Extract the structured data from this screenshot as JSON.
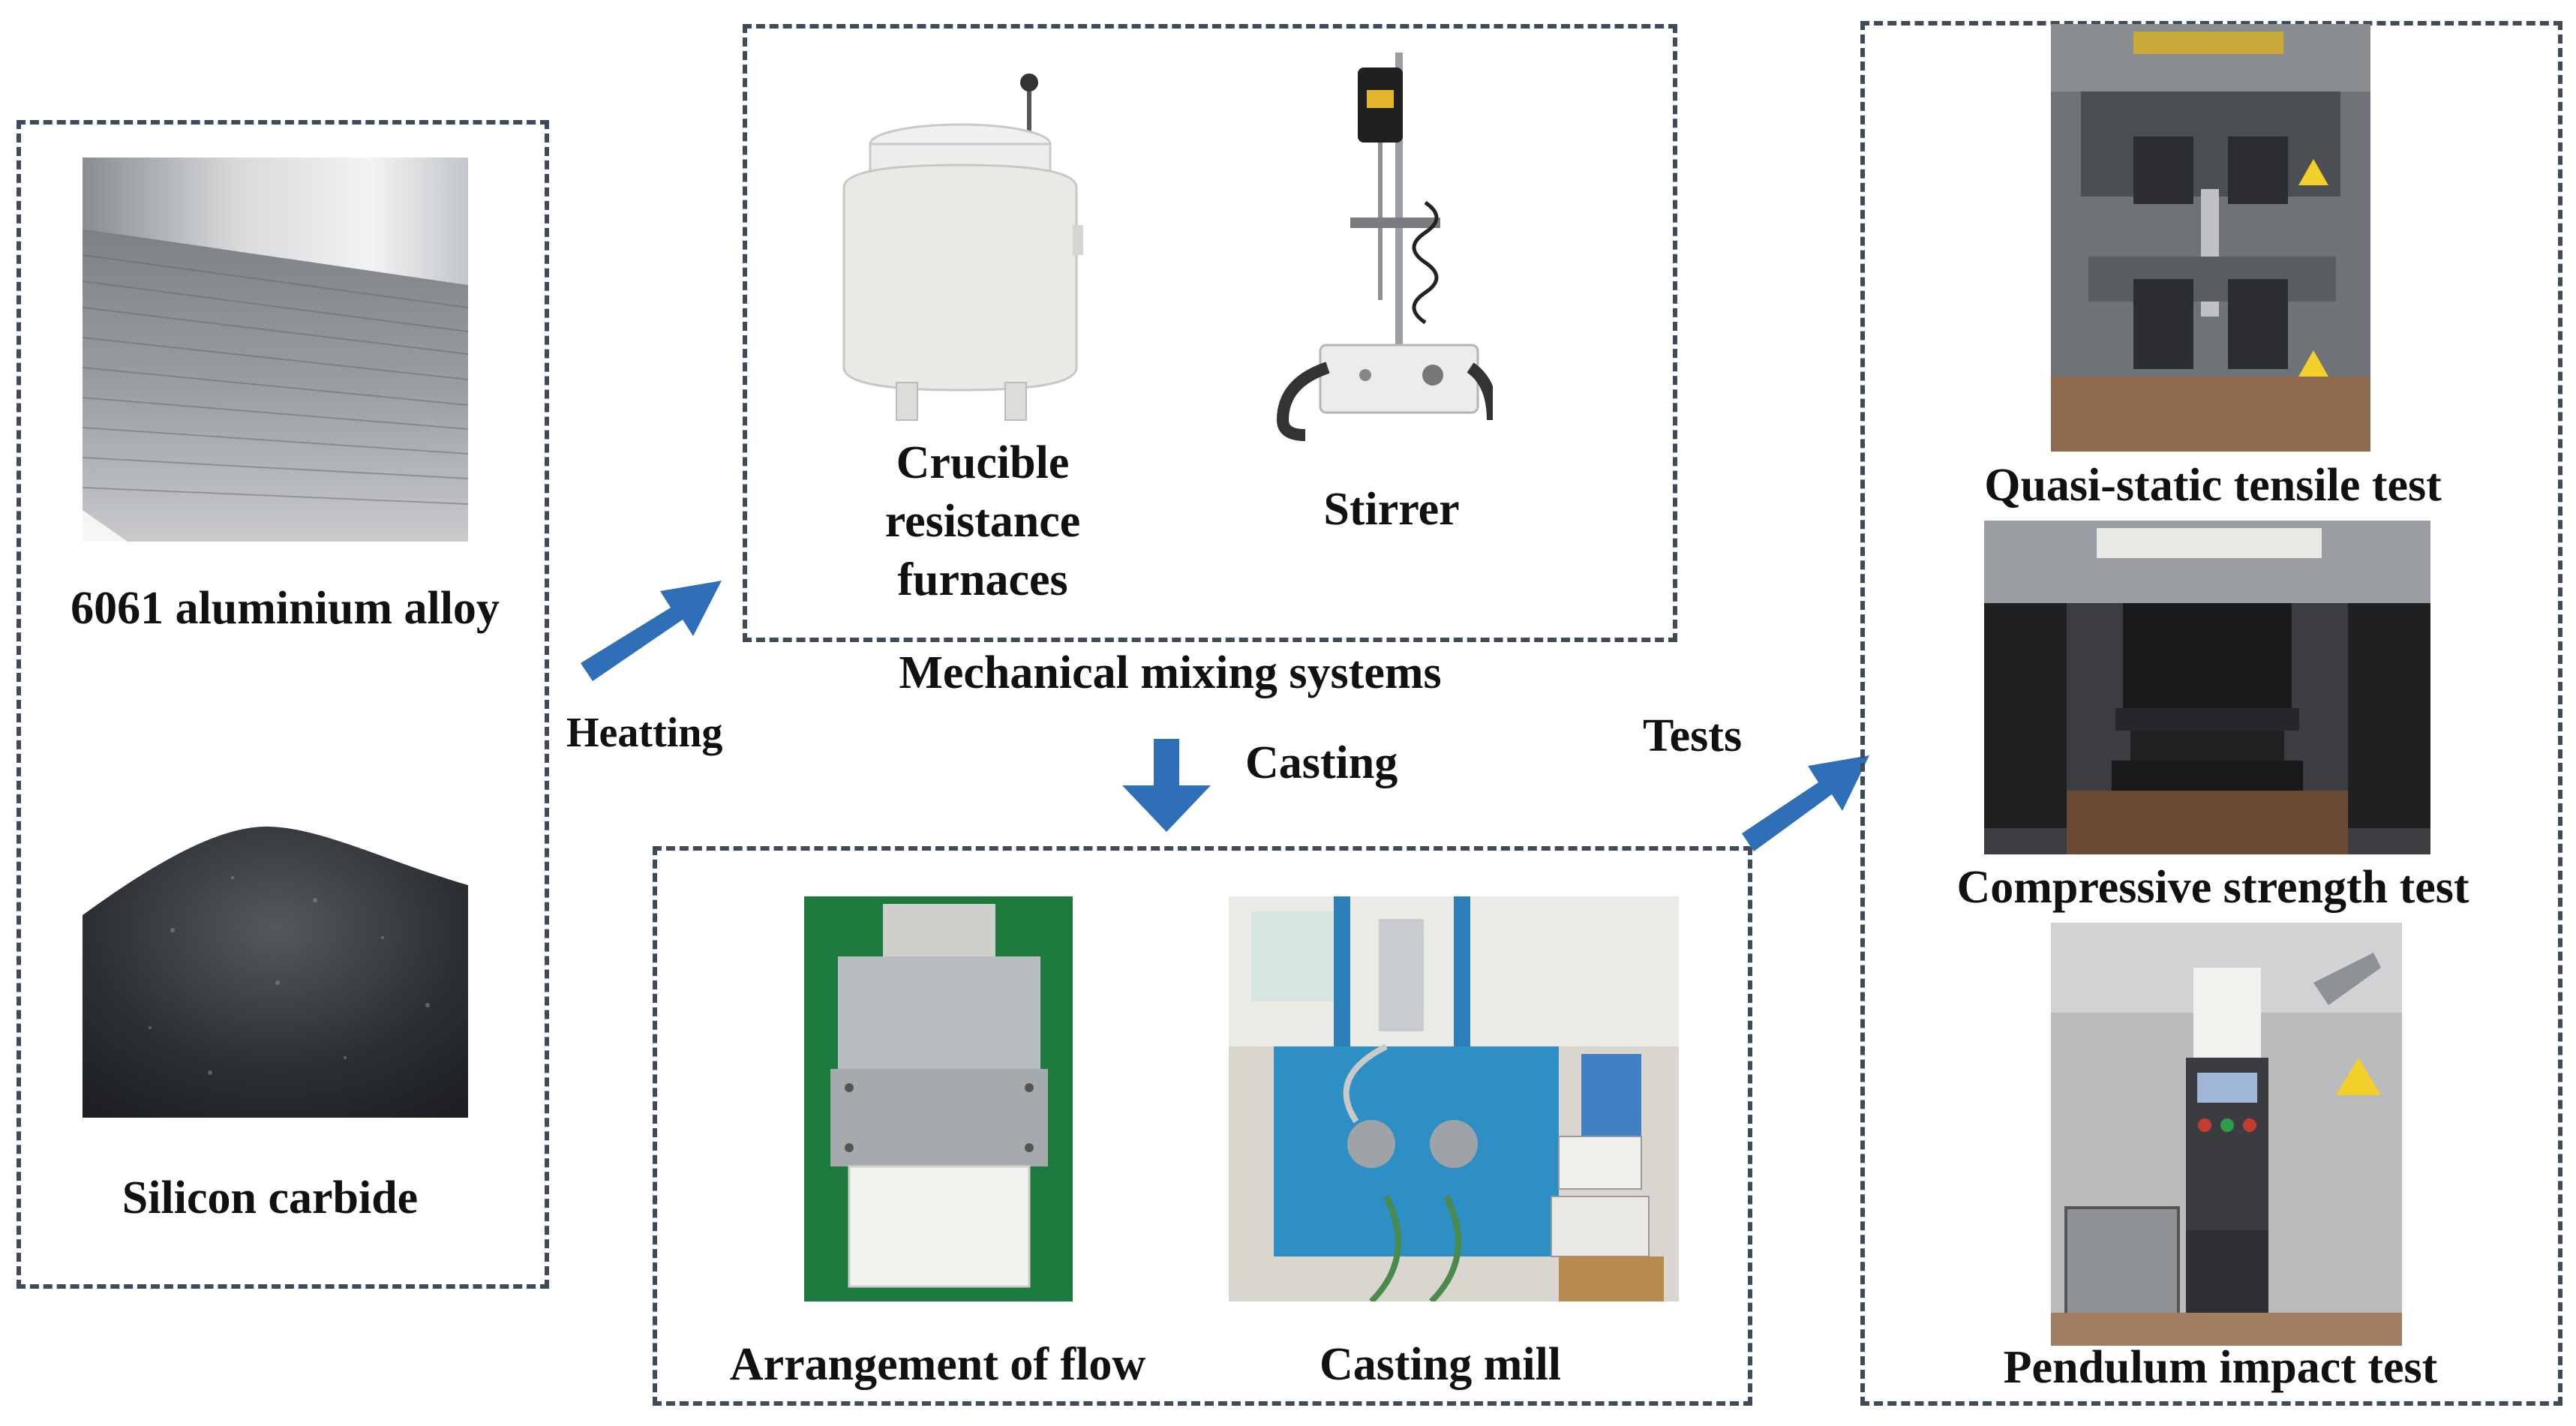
{
  "raw_materials": {
    "aluminium_label": "6061 aluminium alloy",
    "sic_label": "Silicon carbide"
  },
  "mixing": {
    "furnace_label_lines": [
      "Crucible",
      "resistance",
      "furnaces"
    ],
    "stirrer_label": "Stirrer",
    "group_label": "Mechanical mixing systems"
  },
  "casting": {
    "flow_label": "Arrangement of flow",
    "mill_label": "Casting mill"
  },
  "tests": {
    "tensile_label": "Quasi-static tensile test",
    "compressive_label": "Compressive strength test",
    "impact_label": "Pendulum impact test"
  },
  "arrows": {
    "heating_label": "Heatting",
    "casting_label": "Casting",
    "tests_label": "Tests",
    "color": "#2f6fb7"
  },
  "colors": {
    "dashed_border": "#3f4b5b",
    "text": "#111111"
  }
}
